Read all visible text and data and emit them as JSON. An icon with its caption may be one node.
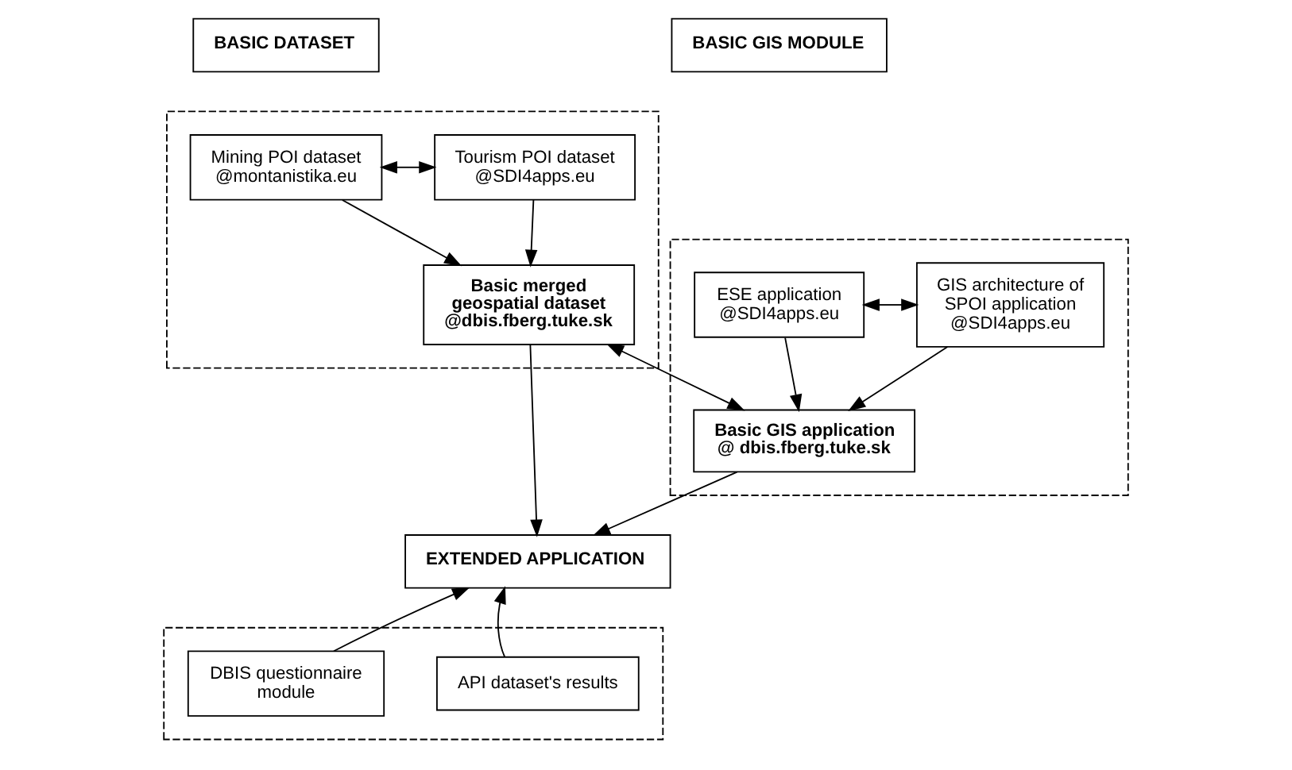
{
  "diagram": {
    "nodes": [
      {
        "text": [
          "BASIC DATASET"
        ]
      },
      {
        "text": [
          "BASIC GIS MODULE"
        ]
      },
      {
        "text": [],
        "shape": "box"
      },
      {
        "text": [
          "Mining POI dataset @montanistika.eu"
        ],
        "in": 2
      },
      {
        "text": [
          "Tourism POI dataset @SDI4apps.eu"
        ],
        "in": 2
      },
      {
        "text": [],
        "shape": "box"
      },
      {
        "text": [
          "ESE application @SDI4apps.eu"
        ],
        "in": 5
      },
      {
        "text": [
          "GIS architecture of SPOI application @SDI4apps.eu"
        ],
        "in": 5
      },
      {
        "text": [
          "Basic merged geospatial dataset @dbis.fberg.tuke.sk"
        ],
        "in": 2
      },
      {
        "text": [
          "Basic GIS application @ dbis.fberg.tuke.sk"
        ],
        "in": 5
      },
      {
        "text": [
          "EXTENDED APPLICATION"
        ]
      },
      {
        "text": [],
        "shape": "box"
      },
      {
        "text": [
          "API dataset's results"
        ],
        "in": 11
      },
      {
        "text": [
          "DBIS questionnaire module"
        ],
        "in": 11
      }
    ],
    "edges": [
      {
        "from": 3,
        "to": 4,
        "arrow": "both"
      },
      {
        "from": 3,
        "to": 8,
        "arrow": "to"
      },
      {
        "from": 4,
        "to": 8,
        "arrow": "to"
      },
      {
        "from": 6,
        "to": 7,
        "arrow": "both"
      },
      {
        "from": 6,
        "to": 9,
        "arrow": "to"
      },
      {
        "from": 7,
        "to": 9,
        "arrow": "to"
      },
      {
        "from": 8,
        "to": 9,
        "arrow": "both"
      },
      {
        "from": 8,
        "to": 10,
        "arrow": "to"
      },
      {
        "from": 9,
        "to": 10,
        "arrow": "to"
      },
      {
        "from": 12,
        "to": 10,
        "arrow": "to"
      },
      {
        "from": 13,
        "to": 10,
        "arrow": "to"
      }
    ]
  }
}
